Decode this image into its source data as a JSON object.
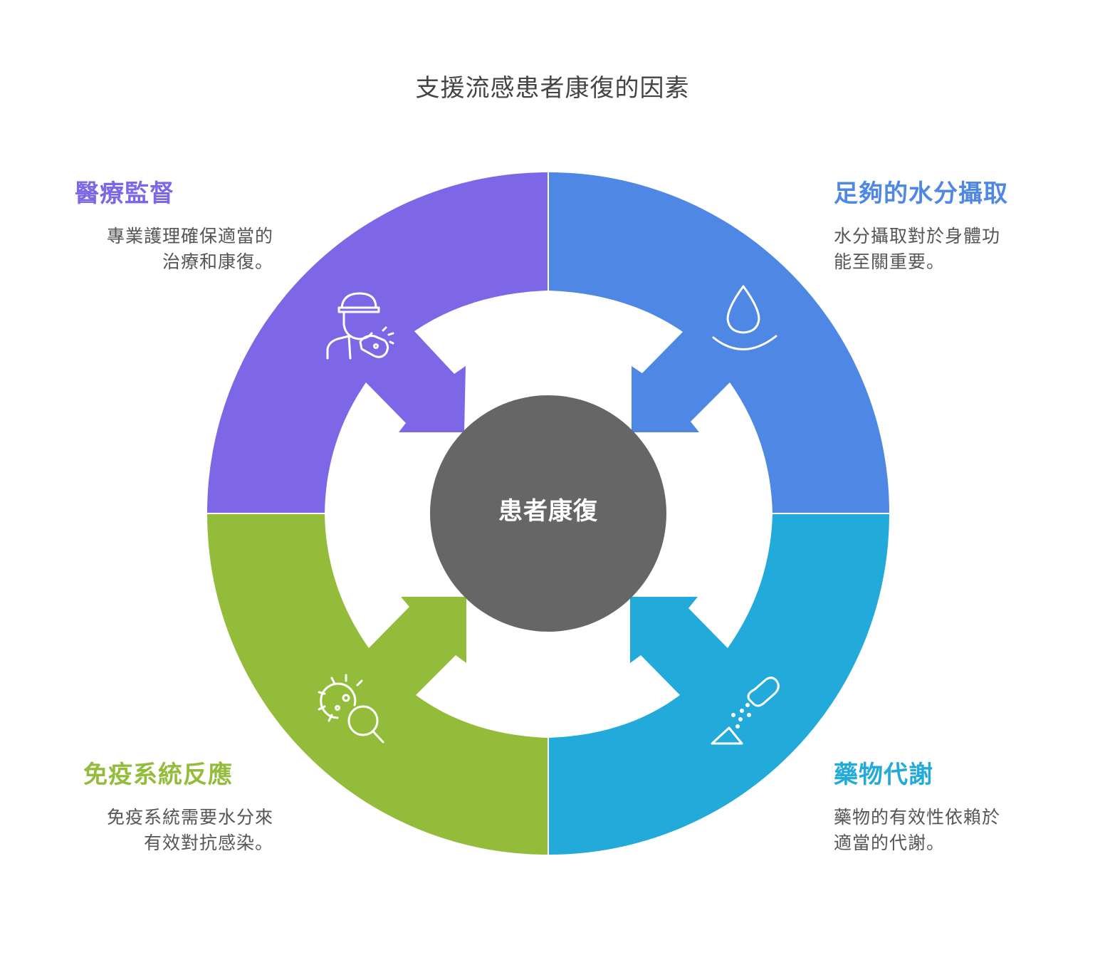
{
  "title": "支援流感患者康復的因素",
  "center": {
    "label": "患者康復",
    "color": "#666666"
  },
  "factors": [
    {
      "id": "medical-supervision",
      "heading": "醫療監督",
      "desc_lines": [
        "專業護理確保適當的",
        "治療和康復。"
      ],
      "color": "#7E67E6",
      "icon": "doctor-icon"
    },
    {
      "id": "hydration",
      "heading": "足夠的水分攝取",
      "desc_lines": [
        "水分攝取對於身體功",
        "能至關重要。"
      ],
      "color": "#4E87E4",
      "icon": "water-drop-icon"
    },
    {
      "id": "immune-response",
      "heading": "免疫系統反應",
      "desc_lines": [
        "免疫系統需要水分來",
        "有效對抗感染。"
      ],
      "color": "#93BC3B",
      "icon": "virus-magnifier-icon"
    },
    {
      "id": "drug-metabolism",
      "heading": "藥物代謝",
      "desc_lines": [
        "藥物的有效性依賴於",
        "適當的代謝。"
      ],
      "color": "#21AADA",
      "icon": "pill-powder-icon"
    }
  ]
}
